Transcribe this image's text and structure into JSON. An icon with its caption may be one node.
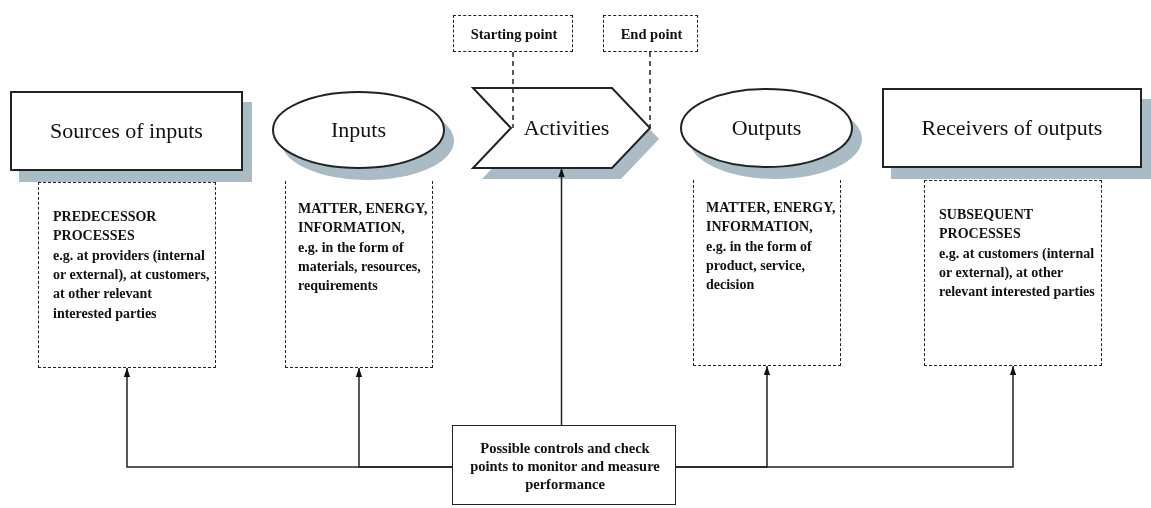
{
  "diagram": {
    "nodes": [
      {
        "text": [
          "Sources of inputs"
        ]
      },
      {
        "text": [
          "PREDECESSOR PROCESSES",
          "e.g. at providers (internal or external), at customers, at other relevant interested parties"
        ]
      },
      {
        "text": [
          "Inputs"
        ]
      },
      {
        "text": [
          "MATTER, ENERGY, INFORMATION,",
          "e.g. in the form of materials, resources, requirements"
        ]
      },
      {
        "text": [
          "Starting point"
        ]
      },
      {
        "text": [
          "End point"
        ]
      },
      {
        "text": [
          "Activities"
        ]
      },
      {
        "text": [
          "Outputs"
        ]
      },
      {
        "text": [
          "MATTER, ENERGY, INFORMATION,",
          "e.g. in the form of product, service, decision"
        ]
      },
      {
        "text": [
          "Receivers of outputs"
        ]
      },
      {
        "text": [
          "SUBSEQUENT PROCESSES",
          "e.g. at customers (internal or external), at other relevant interested parties"
        ]
      },
      {
        "text": [
          "Possible controls and check points to monitor and measure performance"
        ]
      }
    ],
    "edges": [
      {
        "from": 11,
        "to": 1,
        "arrow": "to"
      },
      {
        "from": 11,
        "to": 3,
        "arrow": "to"
      },
      {
        "from": 11,
        "to": 6,
        "arrow": "to"
      },
      {
        "from": 11,
        "to": 8,
        "arrow": "to"
      },
      {
        "from": 11,
        "to": 10,
        "arrow": "to"
      },
      {
        "from": 4,
        "to": 6,
        "arrow": "none",
        "style": "dashed"
      },
      {
        "from": 5,
        "to": 6,
        "arrow": "none",
        "style": "dashed"
      }
    ]
  }
}
